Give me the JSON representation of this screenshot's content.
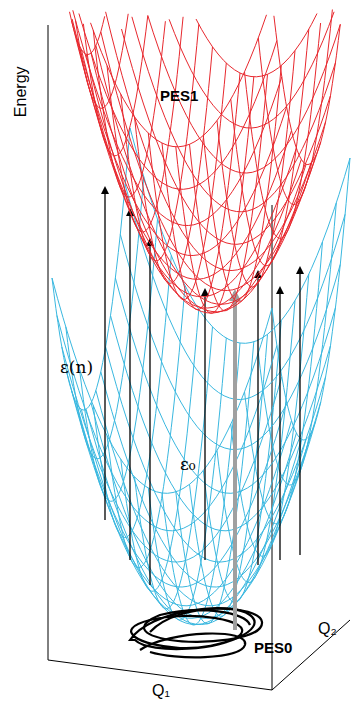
{
  "diagram": {
    "labels": [
      "Energy",
      "PES1",
      "ε(n)",
      "ε₀",
      "PES0",
      "Q₁",
      "Q₂"
    ]
  }
}
